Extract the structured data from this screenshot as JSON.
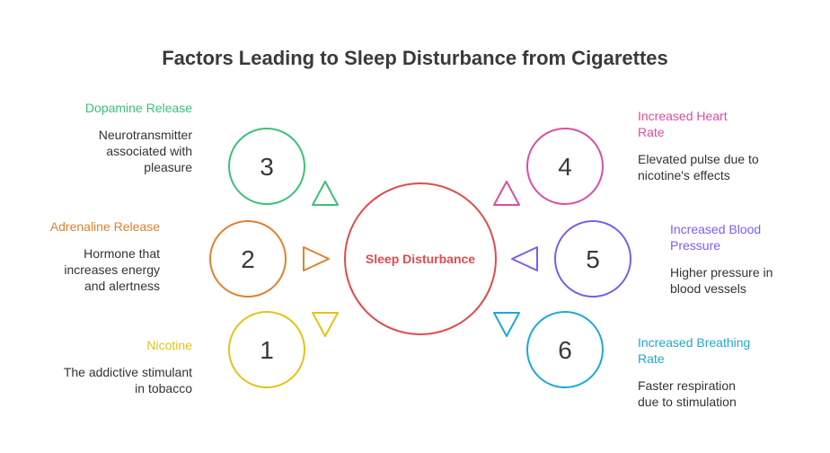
{
  "title": "Factors Leading to Sleep Disturbance from Cigarettes",
  "center": {
    "label": "Sleep Disturbance",
    "color": "#e04b4b"
  },
  "factors": [
    {
      "number": "1",
      "heading": "Nicotine",
      "description": "The addictive stimulant in tobacco",
      "color": "#e2c416"
    },
    {
      "number": "2",
      "heading": "Adrenaline Release",
      "description": "Hormone that increases energy and alertness",
      "color": "#e0812e"
    },
    {
      "number": "3",
      "heading": "Dopamine Release",
      "description": "Neurotransmitter associated with pleasure",
      "color": "#3cc07a"
    },
    {
      "number": "4",
      "heading": "Increased Heart Rate",
      "description": "Elevated pulse due to nicotine's effects",
      "color": "#d94fa0"
    },
    {
      "number": "5",
      "heading": "Increased Blood Pressure",
      "description": "Higher pressure in blood vessels",
      "color": "#7b5de8"
    },
    {
      "number": "6",
      "heading": "Increased Breathing Rate",
      "description": "Faster respiration due to stimulation",
      "color": "#1ea8d8"
    }
  ]
}
